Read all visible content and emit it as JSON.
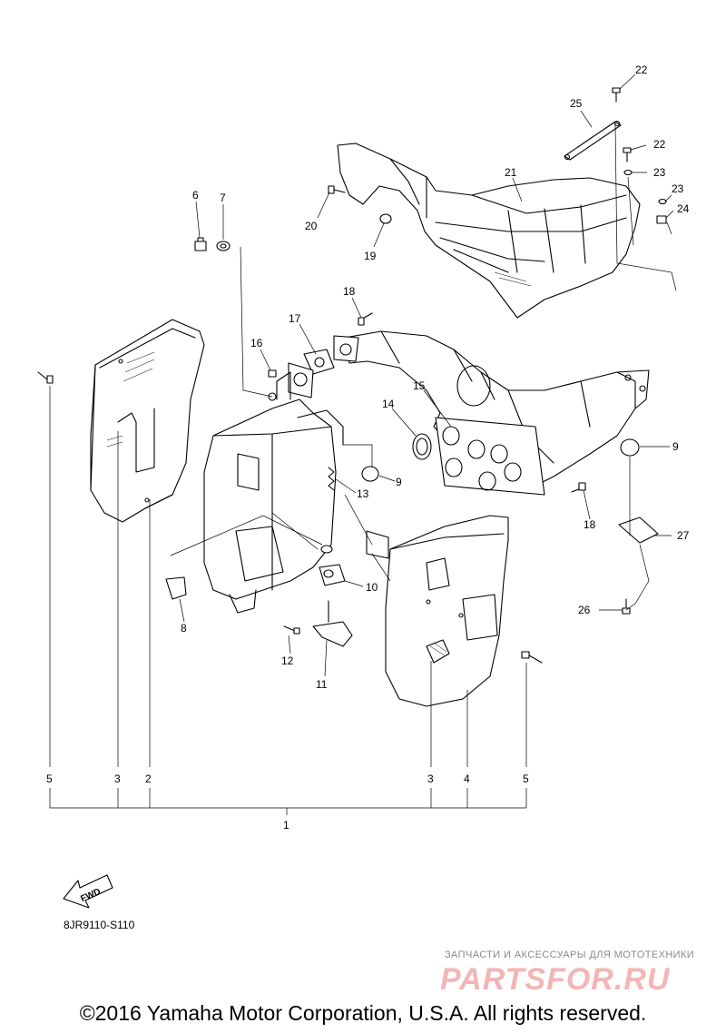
{
  "diagram": {
    "callouts": [
      "1",
      "2",
      "3",
      "3",
      "4",
      "5",
      "5",
      "6",
      "7",
      "8",
      "9",
      "9",
      "10",
      "11",
      "12",
      "13",
      "14",
      "15",
      "16",
      "17",
      "18",
      "18",
      "19",
      "20",
      "21",
      "22",
      "22",
      "23",
      "23",
      "24",
      "25",
      "26",
      "27"
    ],
    "fwd_label": "FWD",
    "diagram_code": "8JR9110-S110"
  },
  "watermark": {
    "tagline": "ЗАПЧАСТИ И АКСЕССУАРЫ ДЛЯ МОТОТЕХНИКИ",
    "logo_text": "PARTSFOR.RU"
  },
  "copyright": "©2016 Yamaha Motor Corporation, U.S.A. All rights reserved."
}
